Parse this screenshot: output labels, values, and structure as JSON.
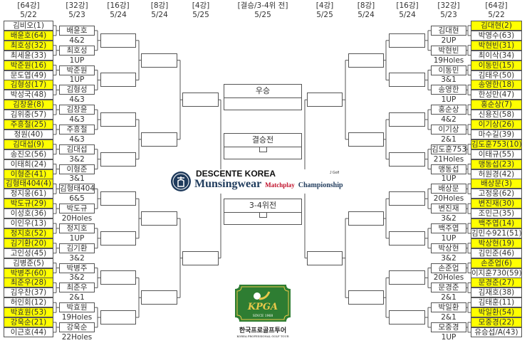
{
  "headers": {
    "left": [
      {
        "round": "[64강]",
        "date": "5/22"
      },
      {
        "round": "[32강]",
        "date": "5/23"
      },
      {
        "round": "[16강]",
        "date": "5/24"
      },
      {
        "round": "[8강]",
        "date": "5/24"
      },
      {
        "round": "[4강]",
        "date": "5/25"
      }
    ],
    "center": {
      "round": "[결승/3-4위 전]",
      "date": "5/25"
    },
    "right": [
      {
        "round": "[4강]",
        "date": "5/25"
      },
      {
        "round": "[8강]",
        "date": "5/24"
      },
      {
        "round": "[16강]",
        "date": "5/24"
      },
      {
        "round": "[32강]",
        "date": "5/23"
      },
      {
        "round": "[64강]",
        "date": "5/22"
      }
    ]
  },
  "colors": {
    "highlight": "#ffff00",
    "line": "#555555",
    "kpga_green": "#2e7d32",
    "kpga_gold": "#e8c84a",
    "brand_navy": "#1f3b5c",
    "brand_red": "#c0102a"
  },
  "left": {
    "r64": [
      {
        "name": "김비오(1)",
        "hl": false
      },
      {
        "name": "배윤호(64)",
        "hl": true
      },
      {
        "name": "최호성(32)",
        "hl": true
      },
      {
        "name": "최세윤(33)",
        "hl": false
      },
      {
        "name": "박준원(16)",
        "hl": true
      },
      {
        "name": "문도엽(49)",
        "hl": false
      },
      {
        "name": "김형성(17)",
        "hl": true
      },
      {
        "name": "박성국(48)",
        "hl": false
      },
      {
        "name": "김창윤(8)",
        "hl": true
      },
      {
        "name": "김위중(57)",
        "hl": false
      },
      {
        "name": "주흥철(25)",
        "hl": true
      },
      {
        "name": "정원(40)",
        "hl": false
      },
      {
        "name": "김대섭(9)",
        "hl": true
      },
      {
        "name": "송진오(56)",
        "hl": false
      },
      {
        "name": "이태희(24)",
        "hl": false
      },
      {
        "name": "이형준(41)",
        "hl": true
      },
      {
        "name": "김형태404(4)",
        "hl": true
      },
      {
        "name": "정지웅(61)",
        "hl": false
      },
      {
        "name": "박도규(29)",
        "hl": true
      },
      {
        "name": "이성호(36)",
        "hl": false
      },
      {
        "name": "이인우(13)",
        "hl": false
      },
      {
        "name": "정지호(52)",
        "hl": true
      },
      {
        "name": "김기환(20)",
        "hl": true
      },
      {
        "name": "고인성(45)",
        "hl": false
      },
      {
        "name": "김병준(5)",
        "hl": false
      },
      {
        "name": "박병주(60)",
        "hl": true
      },
      {
        "name": "최준우(28)",
        "hl": true
      },
      {
        "name": "김우찬(37)",
        "hl": false
      },
      {
        "name": "허인회(12)",
        "hl": false
      },
      {
        "name": "박효원(53)",
        "hl": true
      },
      {
        "name": "강욱순(21)",
        "hl": true
      },
      {
        "name": "이근호(44)",
        "hl": false
      }
    ],
    "r32": [
      {
        "name": "배윤호",
        "score": "4&2"
      },
      {
        "name": "최호성",
        "score": "1UP"
      },
      {
        "name": "박준원",
        "score": "1UP"
      },
      {
        "name": "김형성",
        "score": "4&3"
      },
      {
        "name": "김창윤",
        "score": "4&3"
      },
      {
        "name": "주흥철",
        "score": "4&3"
      },
      {
        "name": "김대섭",
        "score": "3&2"
      },
      {
        "name": "이형준",
        "score": "3&1"
      },
      {
        "name": "김형태404",
        "score": "6&5"
      },
      {
        "name": "박도규",
        "score": "20Holes"
      },
      {
        "name": "정지호",
        "score": "1UP"
      },
      {
        "name": "김기환",
        "score": "3&2"
      },
      {
        "name": "박병주",
        "score": "3&2"
      },
      {
        "name": "최준우",
        "score": "2&1"
      },
      {
        "name": "박효원",
        "score": "19Holes"
      },
      {
        "name": "강욱순",
        "score": "22Holes"
      }
    ]
  },
  "right": {
    "r64": [
      {
        "name": "김대현(2)",
        "hl": true
      },
      {
        "name": "박영수(63)",
        "hl": false
      },
      {
        "name": "박현빈(31)",
        "hl": true
      },
      {
        "name": "최이삭(34)",
        "hl": false
      },
      {
        "name": "이동민(15)",
        "hl": true
      },
      {
        "name": "김태우(50)",
        "hl": false
      },
      {
        "name": "송영한(18)",
        "hl": true
      },
      {
        "name": "한성만(47)",
        "hl": false
      },
      {
        "name": "홍순상(7)",
        "hl": true
      },
      {
        "name": "신용진(58)",
        "hl": false
      },
      {
        "name": "이기상(26)",
        "hl": true
      },
      {
        "name": "마수길(39)",
        "hl": false
      },
      {
        "name": "김도훈753(10)",
        "hl": true
      },
      {
        "name": "이태규(55)",
        "hl": false
      },
      {
        "name": "맹동섭(23)",
        "hl": true
      },
      {
        "name": "허원경(42)",
        "hl": false
      },
      {
        "name": "배상문(3)",
        "hl": true
      },
      {
        "name": "고정웅(62)",
        "hl": false
      },
      {
        "name": "변진재(30)",
        "hl": true
      },
      {
        "name": "조민근(35)",
        "hl": false
      },
      {
        "name": "백주엽(14)",
        "hl": true
      },
      {
        "name": "김민수921(51)",
        "hl": false
      },
      {
        "name": "박상현(19)",
        "hl": true
      },
      {
        "name": "김민준(46)",
        "hl": false
      },
      {
        "name": "손준업(6)",
        "hl": true
      },
      {
        "name": "이지훈730(59)",
        "hl": false
      },
      {
        "name": "문경준(27)",
        "hl": true
      },
      {
        "name": "김재호(38)",
        "hl": false
      },
      {
        "name": "김태훈(11)",
        "hl": false
      },
      {
        "name": "박일환(54)",
        "hl": true
      },
      {
        "name": "모중경(22)",
        "hl": true
      },
      {
        "name": "유승섭/A(43)",
        "hl": false
      }
    ],
    "r32": [
      {
        "name": "김대현",
        "score": "2UP"
      },
      {
        "name": "박현빈",
        "score": "19Holes"
      },
      {
        "name": "이동민",
        "score": "3&1"
      },
      {
        "name": "송영한",
        "score": "1UP"
      },
      {
        "name": "홍순상",
        "score": "4&2"
      },
      {
        "name": "이기상",
        "score": "2&1"
      },
      {
        "name": "김도훈753",
        "score": "21Holes"
      },
      {
        "name": "맹동섭",
        "score": "1UP"
      },
      {
        "name": "배상문",
        "score": "20Holes"
      },
      {
        "name": "변진재",
        "score": "3&2"
      },
      {
        "name": "백주엽",
        "score": "1UP"
      },
      {
        "name": "박상현",
        "score": "3&2"
      },
      {
        "name": "손준업",
        "score": "20Holes"
      },
      {
        "name": "문경준",
        "score": "2&1"
      },
      {
        "name": "박일환",
        "score": "2&1"
      },
      {
        "name": "모중경",
        "score": "1UP"
      }
    ]
  },
  "finals": {
    "winner_label": "우승",
    "final_label": "결승전",
    "third_label": "3-4위전"
  },
  "logos": {
    "sponsor_line1": "DESCENTE KOREA",
    "sponsor_line2": "Munsingwear",
    "sponsor_line3a": "Matchplay",
    "sponsor_line3b": "Championship",
    "sponsor_tag": "J Golf",
    "kpga_text": "KPGA",
    "kpga_since": "SINCE 1968",
    "kpga_korean": "한국프로골프투어",
    "kpga_english": "KOREA PROFESSIONAL GOLF TOUR"
  }
}
